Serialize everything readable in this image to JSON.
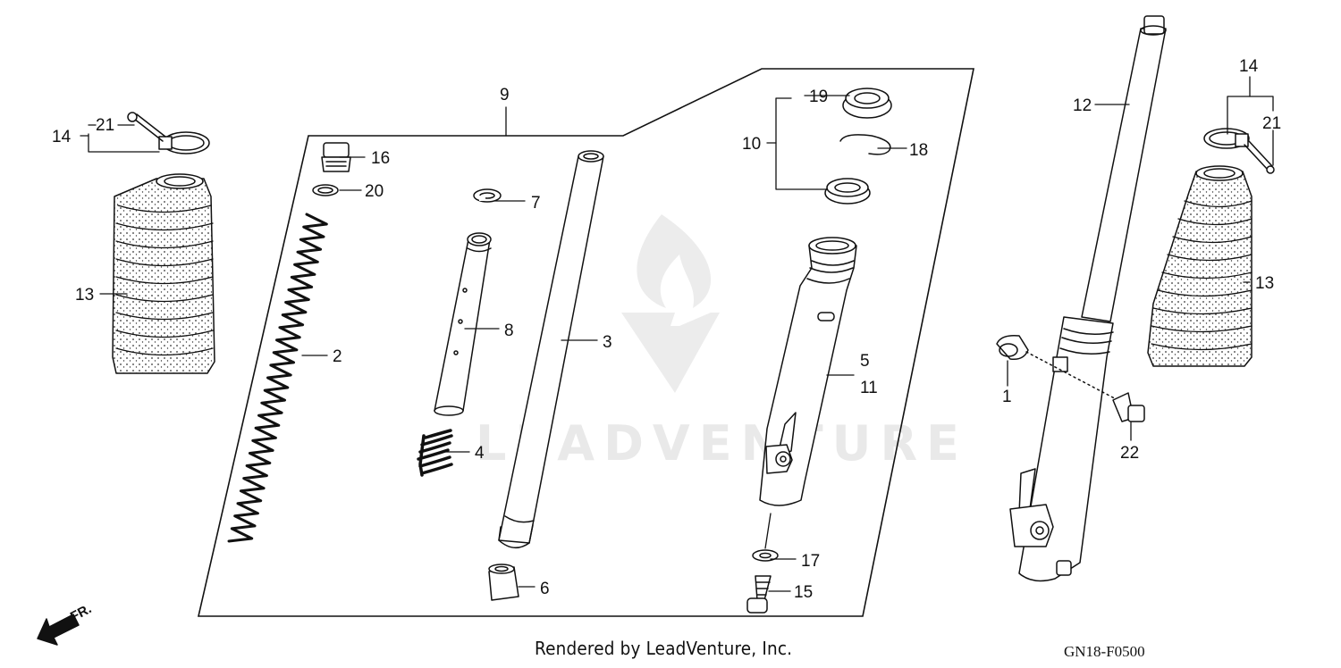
{
  "callouts": {
    "n1": "1",
    "n2": "2",
    "n3": "3",
    "n4": "4",
    "n5": "5",
    "n6": "6",
    "n7": "7",
    "n8": "8",
    "n9": "9",
    "n10": "10",
    "n11": "11",
    "n12": "12",
    "n13_left": "13",
    "n13_right": "13",
    "n14_left": "14",
    "n14_right": "14",
    "n15": "15",
    "n16": "16",
    "n17": "17",
    "n18": "18",
    "n19": "19",
    "n20": "20",
    "n21_left": "21",
    "n21_right": "21",
    "n22": "22"
  },
  "direction_label": "FR.",
  "watermark": "LEADVENTURE",
  "footer": {
    "credit": "Rendered by LeadVenture, Inc.",
    "code": "GN18-F0500"
  },
  "colors": {
    "ink": "#111111",
    "watermark": "#e9e9e9",
    "background": "#ffffff"
  }
}
